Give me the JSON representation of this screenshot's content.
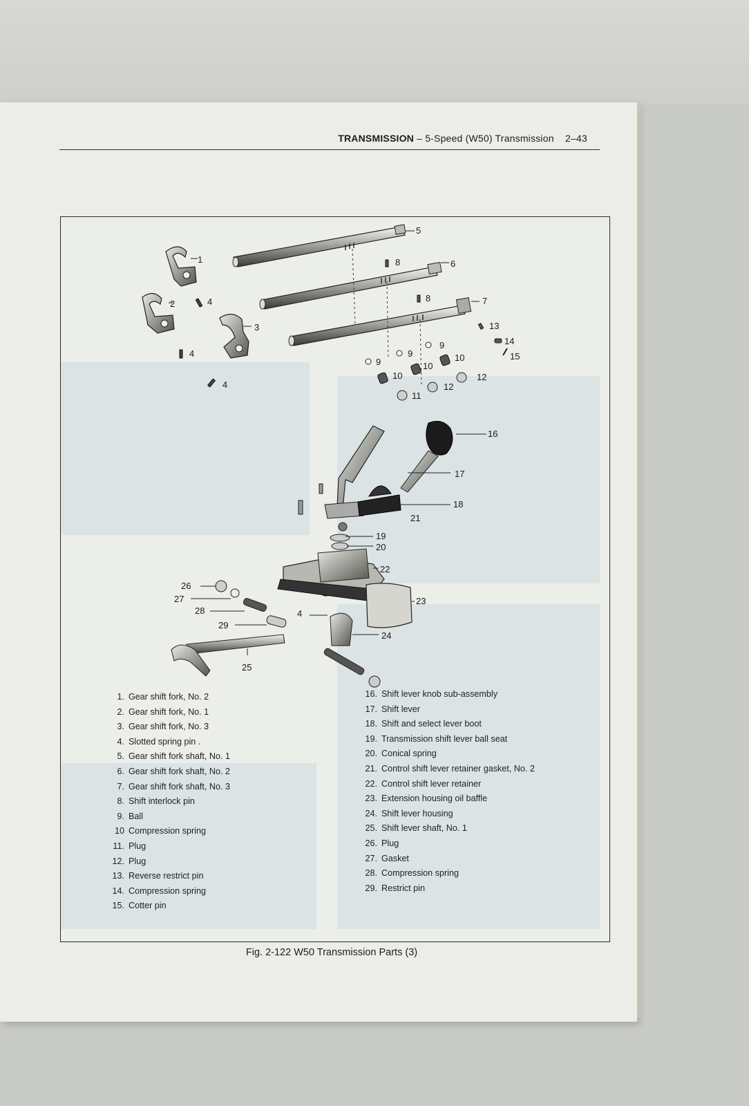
{
  "header": {
    "section": "TRANSMISSION",
    "separator": "–",
    "subsection": "5-Speed (W50) Transmission",
    "page_number": "2–43"
  },
  "callouts": {
    "c1": "1",
    "c2": "2",
    "c3": "3",
    "c4a": "4",
    "c4b": "4",
    "c4c": "4",
    "c4d": "4",
    "c5": "5",
    "c6": "6",
    "c7": "7",
    "c8a": "8",
    "c8b": "8",
    "c9a": "9",
    "c9b": "9",
    "c9c": "9",
    "c10a": "10",
    "c10b": "10",
    "c10c": "10",
    "c11": "11",
    "c12a": "12",
    "c12b": "12",
    "c13": "13",
    "c14": "14",
    "c15": "15",
    "c16": "16",
    "c17": "17",
    "c18": "18",
    "c19": "19",
    "c20": "20",
    "c21": "21",
    "c22": "22",
    "c23": "23",
    "c24": "24",
    "c25": "25",
    "c26": "26",
    "c27": "27",
    "c28": "28",
    "c29": "29"
  },
  "legend_left": [
    {
      "num": "1.",
      "text": "Gear shift fork, No. 2"
    },
    {
      "num": "2.",
      "text": "Gear shift fork, No. 1"
    },
    {
      "num": "3.",
      "text": "Gear shift fork, No. 3"
    },
    {
      "num": "4.",
      "text": "Slotted spring pin ."
    },
    {
      "num": "5.",
      "text": "Gear shift fork shaft, No. 1"
    },
    {
      "num": "6.",
      "text": "Gear shift fork shaft, No. 2"
    },
    {
      "num": "7.",
      "text": "Gear shift fork shaft, No. 3"
    },
    {
      "num": "8.",
      "text": "Shift interlock pin"
    },
    {
      "num": "9.",
      "text": "Ball"
    },
    {
      "num": "10",
      "text": "Compression spring"
    },
    {
      "num": "11.",
      "text": "Plug"
    },
    {
      "num": "12.",
      "text": "Plug"
    },
    {
      "num": "13.",
      "text": "Reverse restrict pin"
    },
    {
      "num": "14.",
      "text": "Compression spring"
    },
    {
      "num": "15.",
      "text": "Cotter pin"
    }
  ],
  "legend_right": [
    {
      "num": "16.",
      "text": "Shift lever knob sub-assembly"
    },
    {
      "num": "17.",
      "text": "Shift lever"
    },
    {
      "num": "18.",
      "text": "Shift and select lever boot"
    },
    {
      "num": "19.",
      "text": "Transmission shift lever ball seat"
    },
    {
      "num": "20.",
      "text": "Conical spring"
    },
    {
      "num": "21.",
      "text": "Control shift lever retainer gasket, No. 2"
    },
    {
      "num": "22.",
      "text": "Control shift lever retainer"
    },
    {
      "num": "23.",
      "text": "Extension housing oil baffle"
    },
    {
      "num": "24.",
      "text": "Shift lever housing"
    },
    {
      "num": "25.",
      "text": "Shift lever shaft, No. 1"
    },
    {
      "num": "26.",
      "text": "Plug"
    },
    {
      "num": "27.",
      "text": "Gasket"
    },
    {
      "num": "28.",
      "text": "Compression spring"
    },
    {
      "num": "29.",
      "text": "Restrict pin"
    }
  ],
  "caption": "Fig. 2-122  W50 Transmission Parts (3)"
}
